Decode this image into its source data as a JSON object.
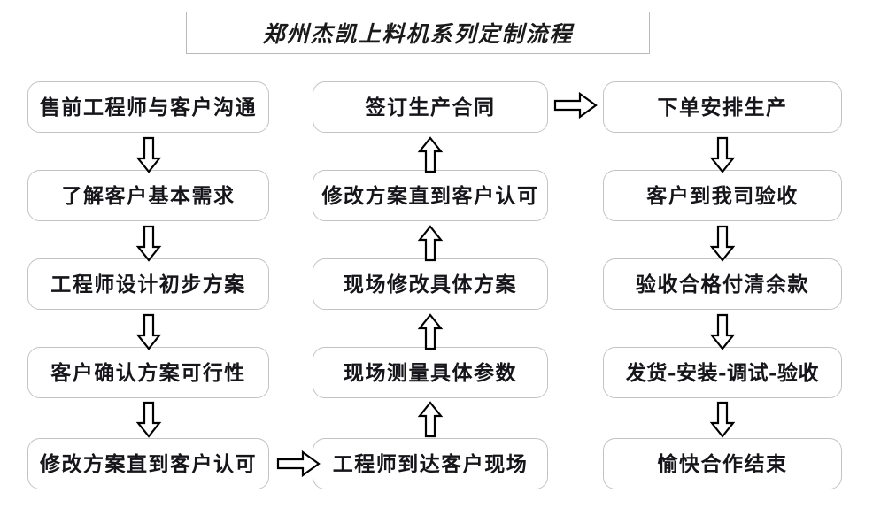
{
  "title": {
    "text": "郑州杰凯上料机系列定制流程"
  },
  "colors": {
    "background": "#ffffff",
    "box_border": "#c3c3c3",
    "title_border": "#b9b9b9",
    "text": "#15151a",
    "arrow_stroke": "#000000",
    "arrow_fill": "#ffffff"
  },
  "columns": [
    {
      "id": "pre-sales",
      "flow_direction": "down",
      "nodes": [
        {
          "label": "售前工程师与客户沟通"
        },
        {
          "label": "了解客户基本需求"
        },
        {
          "label": "工程师设计初步方案"
        },
        {
          "label": "客户确认方案可行性"
        },
        {
          "label": "修改方案直到客户认可"
        }
      ]
    },
    {
      "id": "on-site",
      "flow_direction": "up",
      "nodes": [
        {
          "label": "签订生产合同"
        },
        {
          "label": "修改方案直到客户认可"
        },
        {
          "label": "现场修改具体方案"
        },
        {
          "label": "现场测量具体参数"
        },
        {
          "label": "工程师到达客户现场"
        }
      ]
    },
    {
      "id": "production",
      "flow_direction": "down",
      "nodes": [
        {
          "label": "下单安排生产"
        },
        {
          "label": "客户到我司验收"
        },
        {
          "label": "验收合格付清余款"
        },
        {
          "label": "发货-安装-调试-验收"
        },
        {
          "label": "愉快合作结束"
        }
      ]
    }
  ],
  "connectors": [
    {
      "id": "left-1-2",
      "type": "arrow-down-icon"
    },
    {
      "id": "left-2-3",
      "type": "arrow-down-icon"
    },
    {
      "id": "left-3-4",
      "type": "arrow-down-icon"
    },
    {
      "id": "left-4-5",
      "type": "arrow-down-icon"
    },
    {
      "id": "left-to-mid",
      "type": "arrow-right-icon"
    },
    {
      "id": "mid-5-4",
      "type": "arrow-up-icon"
    },
    {
      "id": "mid-4-3",
      "type": "arrow-up-icon"
    },
    {
      "id": "mid-3-2",
      "type": "arrow-up-icon"
    },
    {
      "id": "mid-2-1",
      "type": "arrow-up-icon"
    },
    {
      "id": "mid-to-right",
      "type": "arrow-right-icon"
    },
    {
      "id": "right-1-2",
      "type": "arrow-down-icon"
    },
    {
      "id": "right-2-3",
      "type": "arrow-down-icon"
    },
    {
      "id": "right-3-4",
      "type": "arrow-down-icon"
    },
    {
      "id": "right-4-5",
      "type": "arrow-down-icon"
    }
  ]
}
